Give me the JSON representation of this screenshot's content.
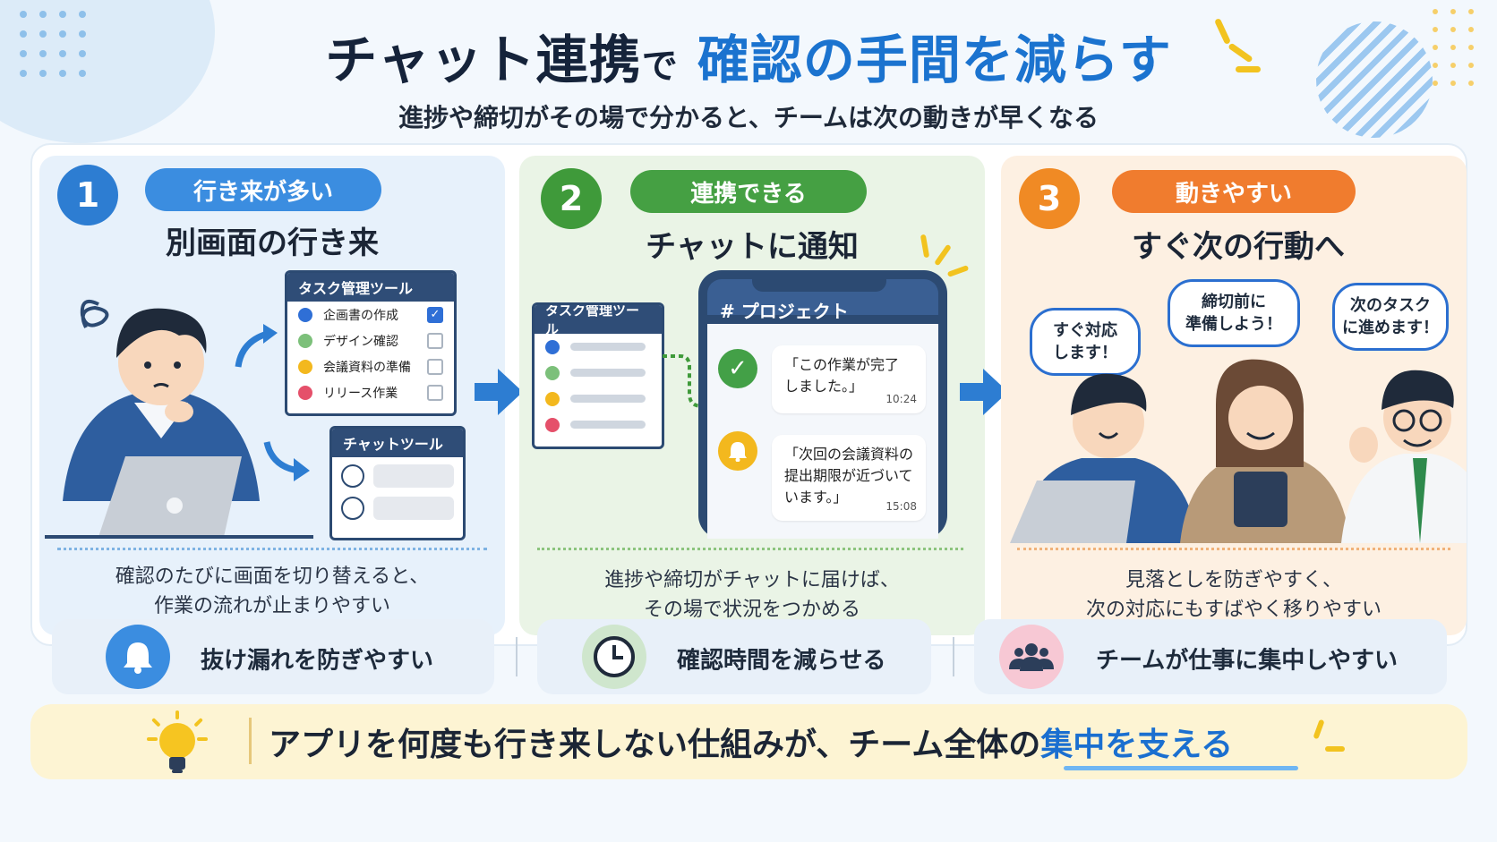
{
  "header": {
    "title_part1": "チャット連携",
    "title_part2": "で",
    "title_part3": "確認の手間を減らす",
    "subtitle": "進捗や締切がその場で分かると、チームは次の動きが早くなる"
  },
  "steps": [
    {
      "number": "1",
      "pill": "行き来が多い",
      "heading": "別画面の行き来",
      "caption_line1": "確認のたびに画面を切り替えると、",
      "caption_line2": "作業の流れが止まりやすい",
      "color": "#2d7dd2"
    },
    {
      "number": "2",
      "pill": "連携できる",
      "heading": "チャットに通知",
      "caption_line1": "進捗や締切がチャットに届けば、",
      "caption_line2": "その場で状況をつかめる",
      "color": "#3f9a3a"
    },
    {
      "number": "3",
      "pill": "動きやすい",
      "heading": "すぐ次の行動へ",
      "caption_line1": "見落としを防ぎやすく、",
      "caption_line2": "次の対応にもすばやく移りやすい",
      "color": "#f08a24"
    }
  ],
  "task_tool": {
    "title": "タスク管理ツール",
    "items": [
      {
        "label": "企画書の作成",
        "color": "#2f6fd6",
        "checked": true
      },
      {
        "label": "デザイン確認",
        "color": "#7cc07a",
        "checked": false
      },
      {
        "label": "会議資料の準備",
        "color": "#f3b81e",
        "checked": false
      },
      {
        "label": "リリース作業",
        "color": "#e5506a",
        "checked": false
      }
    ]
  },
  "chat_tool": {
    "title": "チャットツール"
  },
  "task_tool_small": {
    "title": "タスク管理ツール"
  },
  "phone": {
    "channel": "# プロジェクト",
    "messages": [
      {
        "line1": "「この作業が完了",
        "line2": "しました。」",
        "line3": "",
        "time": "10:24"
      },
      {
        "line1": "「次回の会議資料の",
        "line2": "提出期限が近づいて",
        "line3": "います。」",
        "time": "15:08"
      }
    ]
  },
  "speech": {
    "left_line1": "すぐ対応",
    "left_line2": "します！",
    "mid_line1": "締切前に",
    "mid_line2": "準備しよう！",
    "right_line1": "次のタスク",
    "right_line2": "に進めます！"
  },
  "benefits": [
    {
      "label": "抜け漏れを防ぎやすい",
      "icon": "bell-icon"
    },
    {
      "label": "確認時間を減らせる",
      "icon": "clock-icon"
    },
    {
      "label": "チームが仕事に集中しやすい",
      "icon": "team-icon"
    }
  ],
  "banner": {
    "text_main": "アプリを何度も行き来しない仕組みが、チーム全体の",
    "text_emphasis": "集中を支える"
  }
}
